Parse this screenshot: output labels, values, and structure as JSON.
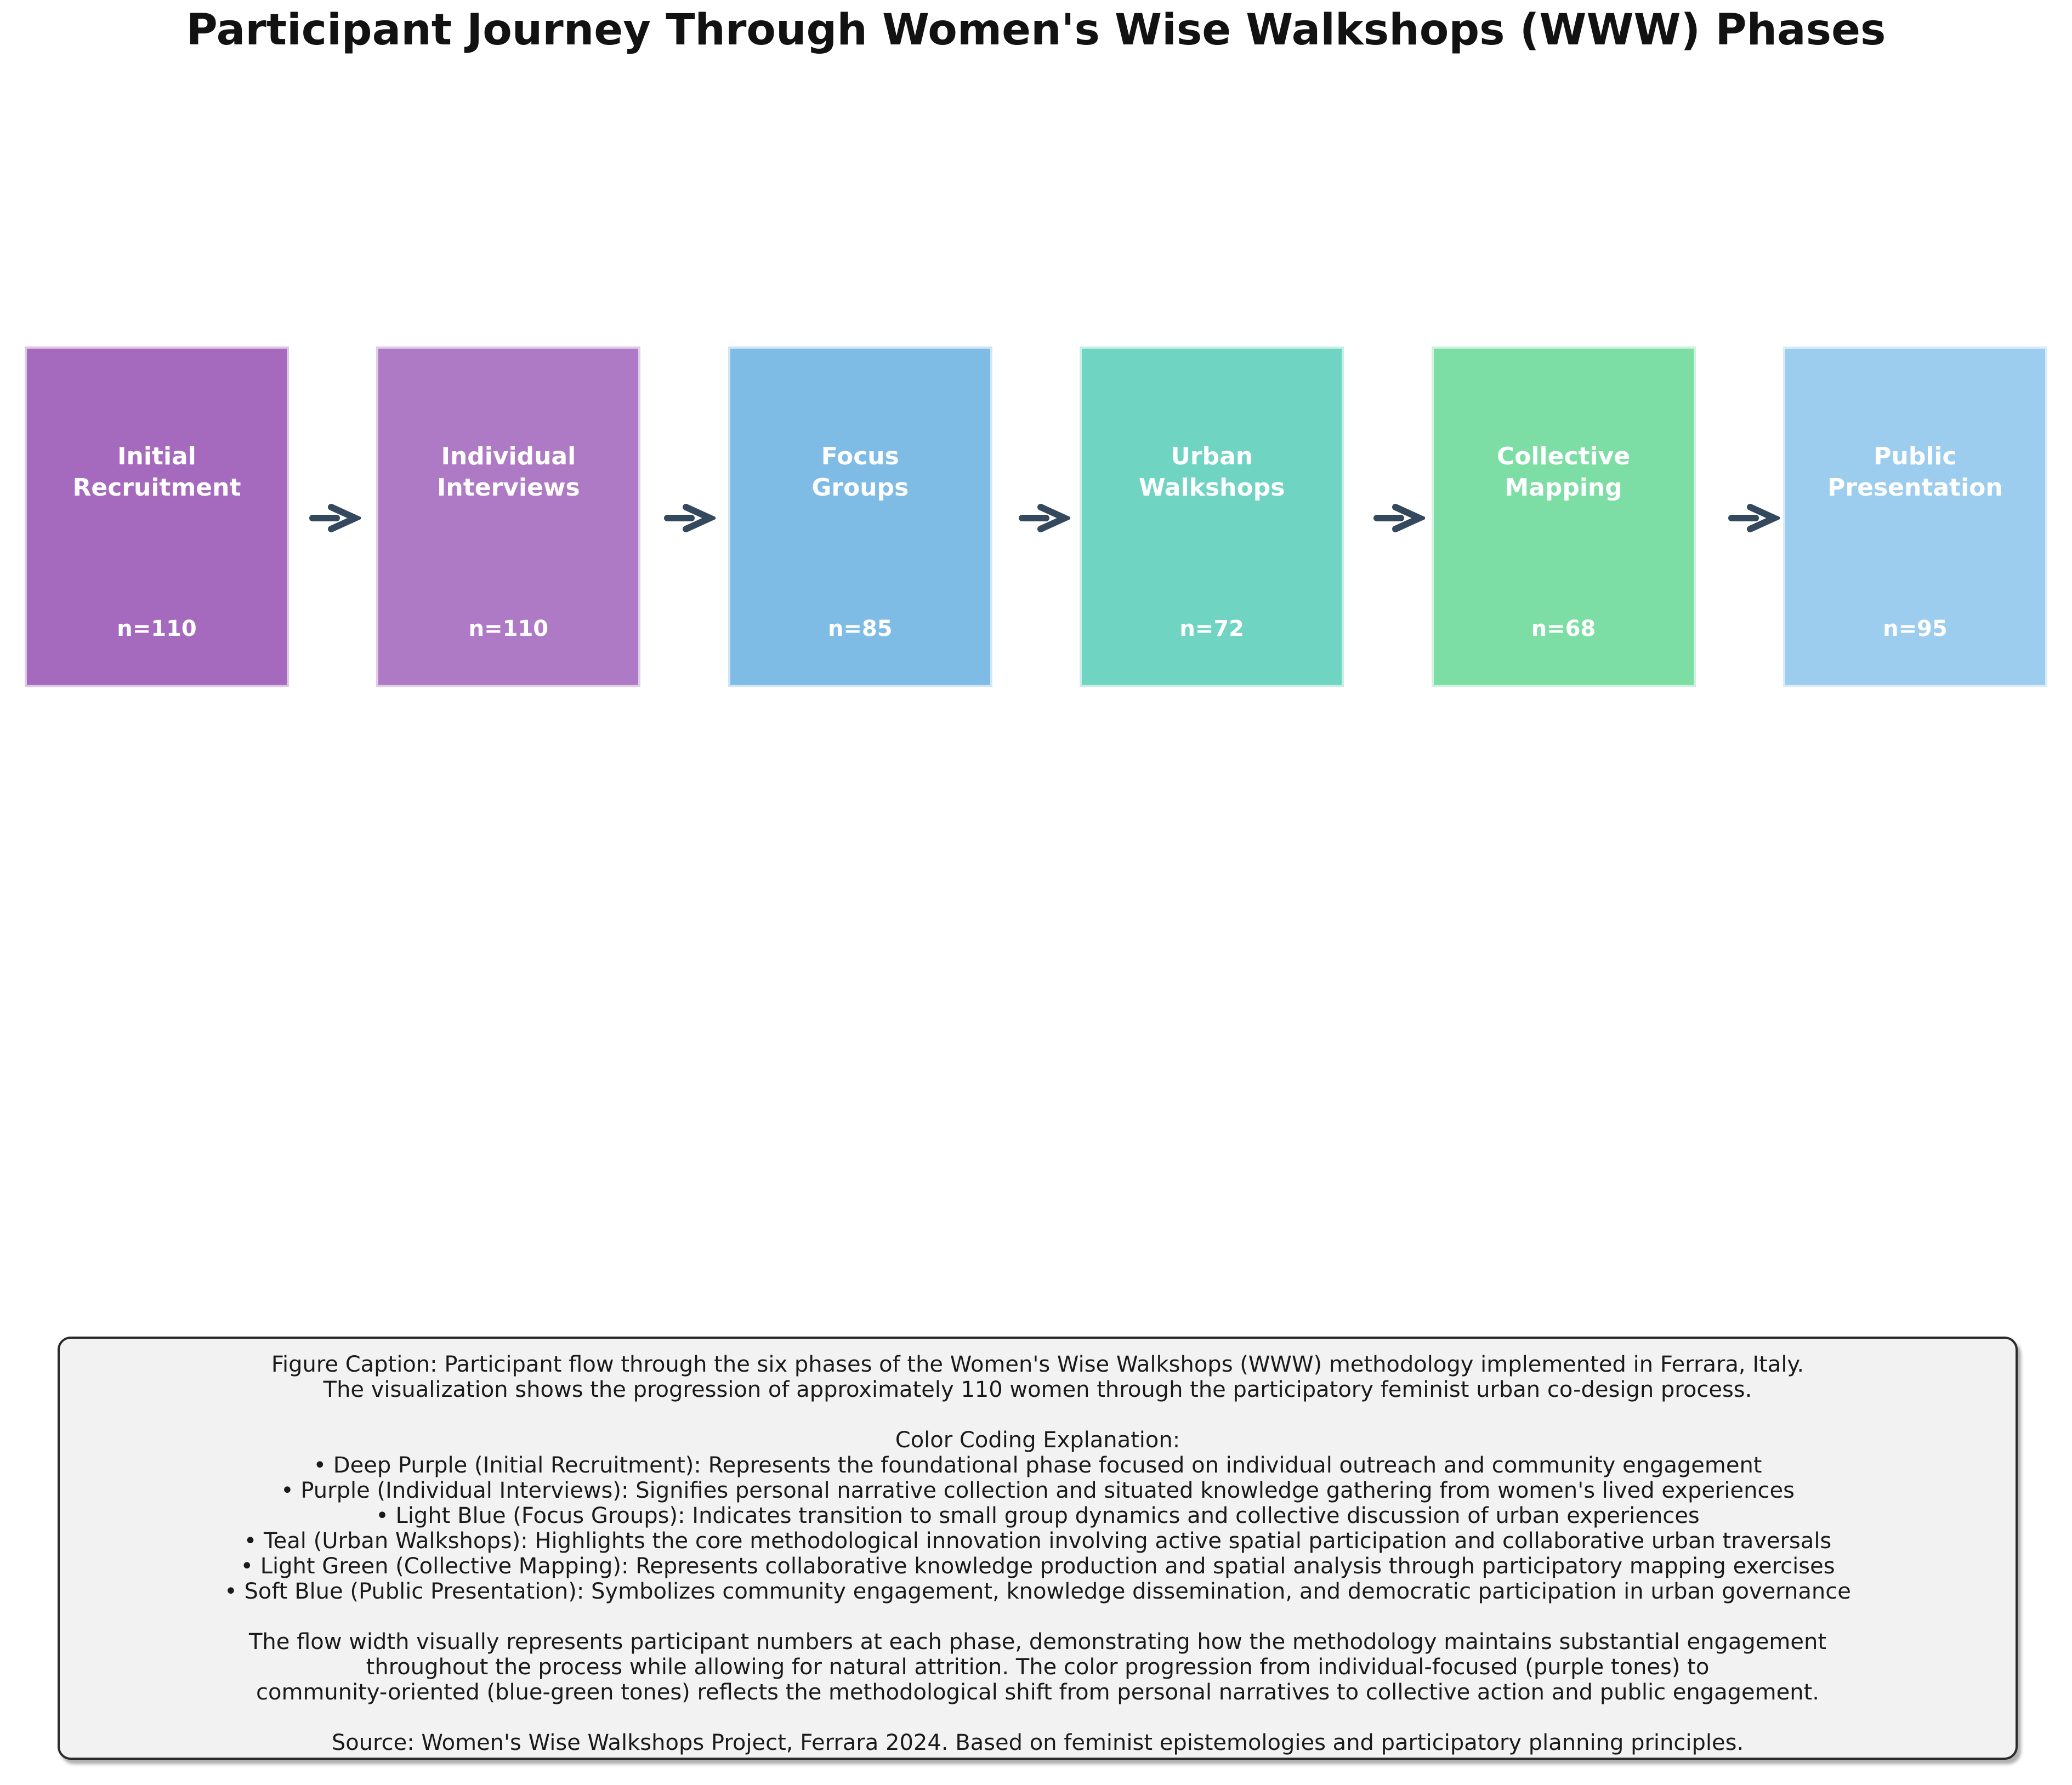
{
  "title": "Participant Journey Through Women's Wise Walkshops (WWW) Phases",
  "colors": {
    "arrow": "#34495E",
    "caption_background": "#f2f2f2",
    "caption_border": "#2b2b2b",
    "text": "#1a1a1a"
  },
  "phases": [
    {
      "label": "Initial\nRecruitment",
      "n": "n=110",
      "color": "#A569BD"
    },
    {
      "label": "Individual\nInterviews",
      "n": "n=110",
      "color": "#AF7AC5"
    },
    {
      "label": "Focus\nGroups",
      "n": "n=85",
      "color": "#7EBCE6"
    },
    {
      "label": "Urban\nWalkshops",
      "n": "n=72",
      "color": "#6FD4C1"
    },
    {
      "label": "Collective\nMapping",
      "n": "n=68",
      "color": "#7DDEA5"
    },
    {
      "label": "Public\nPresentation",
      "n": "n=95",
      "color": "#9DCDEE"
    }
  ],
  "caption": {
    "intro": [
      "Figure Caption: Participant flow through the six phases of the Women's Wise Walkshops (WWW) methodology implemented in Ferrara, Italy.",
      "The visualization shows the progression of approximately 110 women through the participatory feminist urban co-design process."
    ],
    "heading": "Color Coding Explanation:",
    "bullets": [
      "• Deep Purple (Initial Recruitment): Represents the foundational phase focused on individual outreach and community engagement",
      "• Purple (Individual Interviews): Signifies personal narrative collection and situated knowledge gathering from women's lived experiences",
      "• Light Blue (Focus Groups): Indicates transition to small group dynamics and collective discussion of urban experiences",
      "• Teal (Urban Walkshops): Highlights the core methodological innovation involving active spatial participation and collaborative urban traversals",
      "• Light Green (Collective Mapping): Represents collaborative knowledge production and spatial analysis through participatory mapping exercises",
      "• Soft Blue (Public Presentation): Symbolizes community engagement, knowledge dissemination, and democratic participation in urban governance"
    ],
    "flow": [
      "The flow width visually represents participant numbers at each phase, demonstrating how the methodology maintains substantial engagement",
      "throughout the process while allowing for natural attrition. The color progression from individual-focused (purple tones) to",
      "community-oriented (blue-green tones) reflects the methodological shift from personal narratives to collective action and public engagement."
    ],
    "source": "Source: Women's Wise Walkshops Project, Ferrara 2024. Based on feminist epistemologies and participatory planning principles."
  }
}
